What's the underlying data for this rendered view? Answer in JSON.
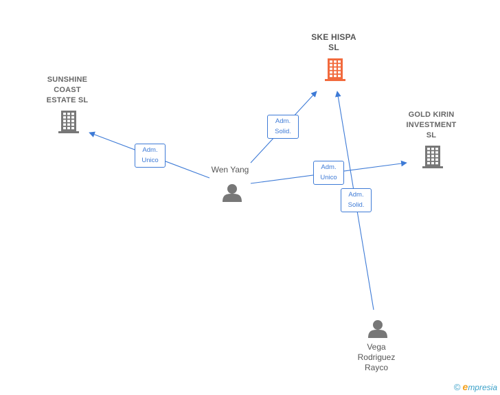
{
  "nodes": {
    "ske_hispa": {
      "label": "SKE HISPA\nSL",
      "kind": "company",
      "highlight": true,
      "color": "#f26a3d"
    },
    "sunshine": {
      "label": "SUNSHINE\nCOAST\nESTATE  SL",
      "kind": "company",
      "color": "#777777"
    },
    "gold_kirin": {
      "label": "GOLD KIRIN\nINVESTMENT\nSL",
      "kind": "company",
      "color": "#777777"
    },
    "wen_yang": {
      "label": "Wen Yang",
      "kind": "person",
      "color": "#777777"
    },
    "vega": {
      "label": "Vega\nRodriguez\nRayco",
      "kind": "person",
      "color": "#777777"
    }
  },
  "edges": [
    {
      "from": "wen_yang",
      "to": "sunshine",
      "label": "Adm.\nUnico"
    },
    {
      "from": "wen_yang",
      "to": "ske_hispa",
      "label": "Adm.\nSolid."
    },
    {
      "from": "wen_yang",
      "to": "gold_kirin",
      "label": "Adm.\nUnico"
    },
    {
      "from": "vega",
      "to": "ske_hispa",
      "label": "Adm.\nSolid."
    }
  ],
  "edge_color": "#3d7ad6",
  "watermark": {
    "copyright": "©",
    "brand_initial": "e",
    "brand_rest": "mpresia"
  }
}
